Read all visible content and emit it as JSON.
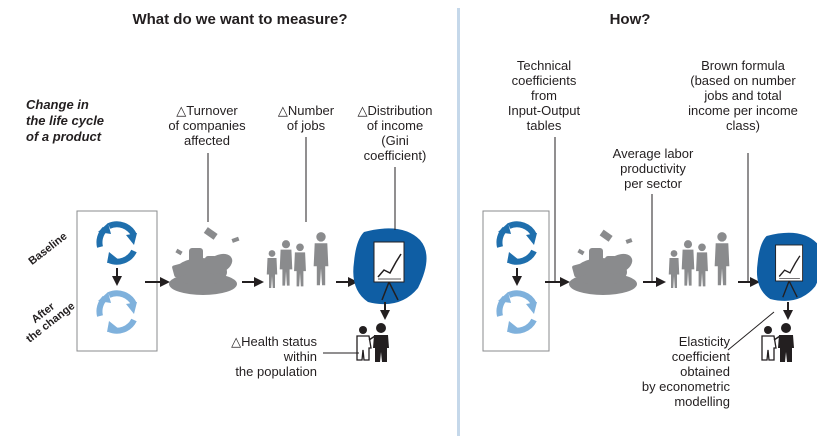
{
  "left_panel": {
    "title": "What do we want to measure?",
    "change_label": [
      "Change in",
      "the life cycle",
      "of a product"
    ],
    "baseline": "Baseline",
    "after_change": [
      "After",
      "the change"
    ],
    "turnover": [
      "△Turnover",
      "of companies",
      "affected"
    ],
    "jobs": [
      "△Number",
      "of jobs"
    ],
    "income": [
      "△Distribution",
      "of income",
      "(Gini",
      "coefficient)"
    ],
    "health": [
      "△Health status",
      "within",
      "the population"
    ]
  },
  "right_panel": {
    "title": "How?",
    "technical": [
      "Technical",
      "coefficients",
      "from",
      "Input-Output",
      "tables"
    ],
    "labor": [
      "Average labor",
      "productivity",
      "per sector"
    ],
    "brown": [
      "Brown formula",
      "(based on number",
      "jobs and total",
      "income per income",
      "class)"
    ],
    "elasticity": [
      "Elasticity",
      "coefficient",
      "obtained",
      "by econometric",
      "modelling"
    ]
  },
  "colors": {
    "dark_blue": "#1f6fad",
    "light_blue": "#7fb1dc",
    "board_blue": "#0f5ea4",
    "gray": "#8a8b8d",
    "divider": "#c5d8ea"
  }
}
